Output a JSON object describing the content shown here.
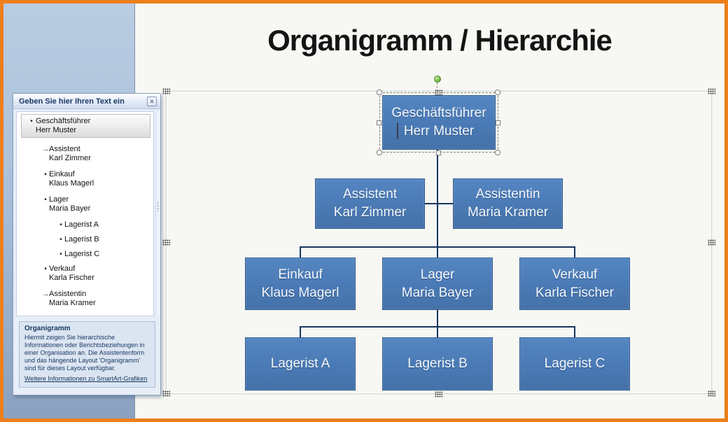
{
  "slide": {
    "title": "Organigramm / Hierarchie"
  },
  "text_pane": {
    "header": "Geben Sie hier Ihren Text ein",
    "close_icon": "✕",
    "items": [
      {
        "level": 1,
        "bullet": "•",
        "line1": "Geschäftsführer",
        "line2": "Herr Muster",
        "selected": true
      },
      {
        "level": 2,
        "bullet": "→",
        "line1": "Assistent",
        "line2": "Karl Zimmer"
      },
      {
        "level": 2,
        "bullet": "•",
        "line1": "Einkauf",
        "line2": "Klaus Magerl"
      },
      {
        "level": 2,
        "bullet": "•",
        "line1": "Lager",
        "line2": "Maria  Bayer"
      },
      {
        "level": 3,
        "bullet": "•",
        "line1": "Lagerist A"
      },
      {
        "level": 3,
        "bullet": "•",
        "line1": "Lagerist B"
      },
      {
        "level": 3,
        "bullet": "•",
        "line1": "Lagerist C"
      },
      {
        "level": 2,
        "bullet": "•",
        "line1": "Verkauf",
        "line2": "Karla Fischer"
      },
      {
        "level": 2,
        "bullet": "→",
        "line1": "Assistentin",
        "line2": "Maria  Kramer"
      }
    ],
    "info": {
      "title": "Organigramm",
      "body": "Hiermit zeigen Sie hierarchische Informationen oder Berichtsbeziehungen in einer Organisation an. Die Assistentenform und das hängende Layout 'Organigramm' sind für dieses Layout verfügbar.",
      "link": "Weitere Informationen zu SmartArt-Grafiken"
    }
  },
  "org_chart": {
    "root": {
      "title": "Geschäftsführer",
      "name": "Herr Muster"
    },
    "assistant_left": {
      "title": "Assistent",
      "name": "Karl Zimmer"
    },
    "assistant_right": {
      "title": "Assistentin",
      "name": "Maria Kramer"
    },
    "dept_1": {
      "title": "Einkauf",
      "name": "Klaus Magerl"
    },
    "dept_2": {
      "title": "Lager",
      "name": "Maria Bayer"
    },
    "dept_3": {
      "title": "Verkauf",
      "name": "Karla Fischer"
    },
    "worker_1": {
      "title": "Lagerist A"
    },
    "worker_2": {
      "title": "Lagerist B"
    },
    "worker_3": {
      "title": "Lagerist C"
    }
  },
  "colors": {
    "box_fill": "#4a7ab5",
    "box_border": "#2e5a8e",
    "connector": "#17365d",
    "screenshot_border": "#ee7f1c",
    "workspace_top": "#b8cce2",
    "workspace_bottom": "#8aa2c0",
    "slide_background": "#f7f7f4",
    "rotate_handle_green": "#6abf3f",
    "pane_chrome": "#e7eef7"
  }
}
